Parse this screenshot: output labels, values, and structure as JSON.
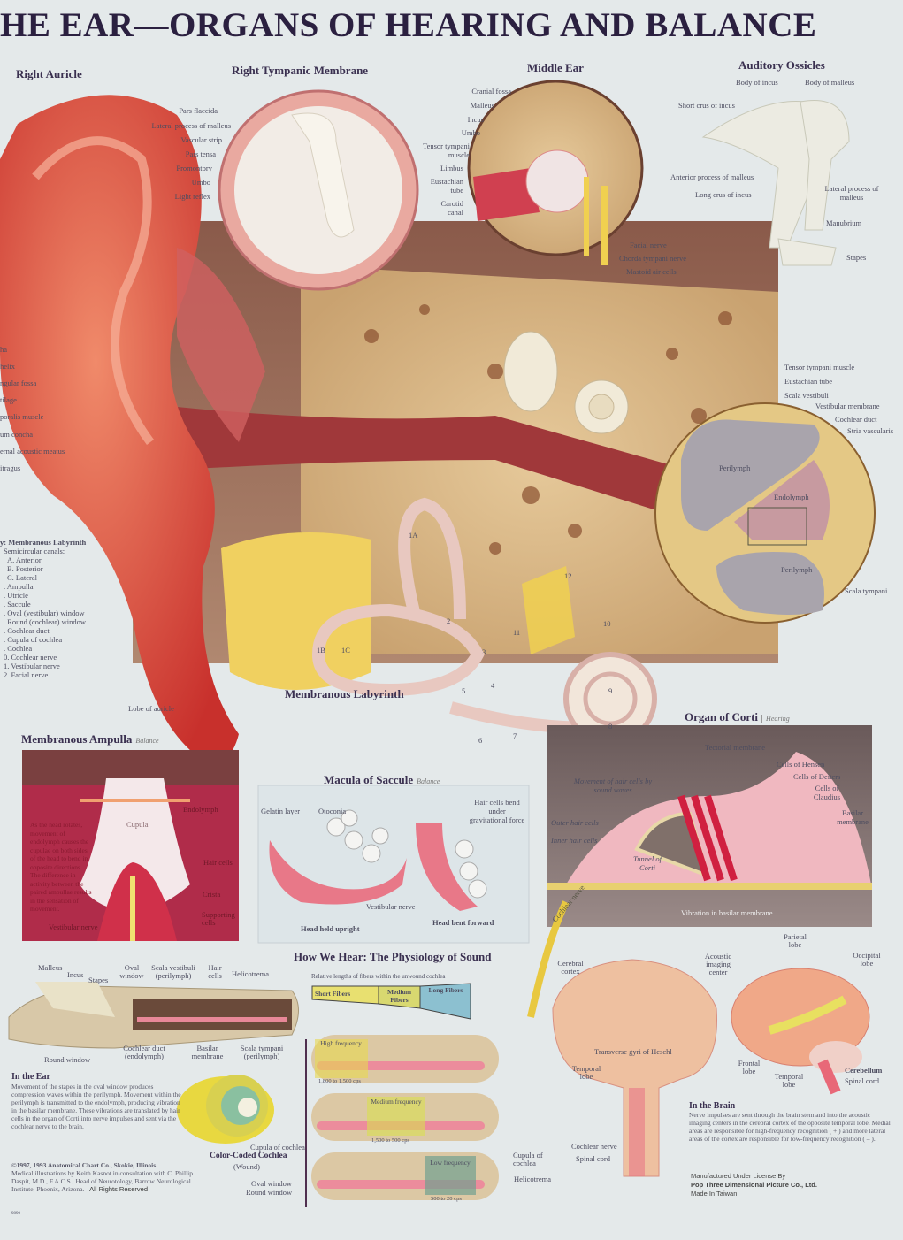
{
  "title": "HE EAR—ORGANS OF HEARING AND BALANCE",
  "auricle": {
    "title": "Right Auricle",
    "labels": [
      "ha",
      "helix",
      "ngular fossa",
      "tilage",
      "poralis muscle",
      "um concha",
      "ernal acoustic meatus",
      "itragus"
    ],
    "lobe": "Lobe of auricle"
  },
  "tympanic": {
    "title": "Right Tympanic Membrane",
    "labels": [
      "Pars flaccida",
      "Lateral process of malleus",
      "Vascular strip",
      "Pars tensa",
      "Promontory",
      "Umbo",
      "Light reflex"
    ]
  },
  "middle_ear": {
    "title": "Middle Ear",
    "labels": [
      "Cranial fossa",
      "Malleus",
      "Incus",
      "Umbo",
      "Tensor tympani muscle",
      "Limbus",
      "Eustachian tube",
      "Carotid canal",
      "Facial nerve",
      "Chorda tympani nerve",
      "Mastoid air cells"
    ]
  },
  "ossicles": {
    "title": "Auditory Ossicles",
    "labels": [
      "Body of incus",
      "Body of malleus",
      "Short crus of incus",
      "Anterior process of malleus",
      "Long crus of incus",
      "Lateral process of malleus",
      "Manubrium",
      "Stapes"
    ]
  },
  "cochlea_section": {
    "labels": [
      "Tensor tympani muscle",
      "Eustachian tube",
      "Scala vestibuli",
      "Vestibular membrane",
      "Cochlear duct",
      "Stria vascularis",
      "Scala tympani"
    ],
    "inner": [
      "Perilymph",
      "Endolymph",
      "Perilymph"
    ]
  },
  "key": {
    "title": "y: Membranous Labyrinth",
    "items": [
      "Semicircular canals:",
      "A. Anterior",
      "B. Posterior",
      "C. Lateral",
      ". Ampulla",
      ". Utricle",
      ". Saccule",
      ". Oval (vestibular) window",
      ". Round (cochlear) window",
      ". Cochlear duct",
      ". Cupula of cochlea",
      ". Cochlea",
      "0. Cochlear nerve",
      "1. Vestibular nerve",
      "2. Facial nerve"
    ]
  },
  "labyrinth": {
    "title": "Membranous Labyrinth",
    "numbers": [
      "1A",
      "1B",
      "1C",
      "2",
      "3",
      "4",
      "5",
      "6",
      "7",
      "8",
      "9",
      "10",
      "11",
      "12"
    ]
  },
  "ampulla": {
    "title": "Membranous Ampulla",
    "tag": "Balance",
    "text": "As the head rotates, movement of endolymph causes the cupulae on both sides of the head to bend in opposite directions. The difference in activity between the paired ampullae results in the sensation of movement.",
    "labels": [
      "Endolymph",
      "Cupula",
      "Hair cells",
      "Crista",
      "Supporting cells",
      "Vestibular nerve"
    ]
  },
  "macula": {
    "title": "Macula of Saccule",
    "tag": "Balance",
    "labels": [
      "Gelatin layer",
      "Otoconia",
      "Hair cells bend under gravitational force",
      "Vestibular nerve"
    ],
    "captions": [
      "Head held upright",
      "Head bent forward"
    ]
  },
  "corti": {
    "title": "Organ of Corti",
    "tag": "Hearing",
    "labels": [
      "Tectorial membrane",
      "Cells of Hensen",
      "Cells of Deiters",
      "Cells of Claudius",
      "Basilar membrane",
      "Movement of hair cells by sound waves",
      "Outer hair cells",
      "Inner hair cells",
      "Tunnel of Corti",
      "Cochlear nerve",
      "Vibration in basilar membrane"
    ]
  },
  "in_ear": {
    "labels": [
      "Malleus",
      "Incus",
      "Stapes",
      "Oval window",
      "Scala vestibuli (perilymph)",
      "Hair cells",
      "Helicotrema",
      "Round window",
      "Cochlear duct (endolymph)",
      "Basilar membrane",
      "Scala tympani (perilymph)"
    ],
    "title": "In the Ear",
    "text": "Movement of the stapes in the oval window produces compression waves within the perilymph. Movement within the perilymph is transmitted to the endolymph, producing vibration in the basilar membrane. These vibrations are translated by hair cells in the organ of Corti into nerve impulses and sent via the cochlear nerve to the brain."
  },
  "copyright": {
    "line1": "©1997, 1993 Anatomical Chart Co., Skokie, Illinois.",
    "text": "Medical illustrations by Keith Kasnot in consultation with C. Phillip Daspit, M.D., F.A.C.S., Head of Neurotology, Barrow Neurological Institute, Phoenix, Arizona.",
    "rights": "All Rights Reserved",
    "code": "9890"
  },
  "how_we_hear": {
    "title": "How We Hear: The Physiology of Sound",
    "subtitle": "Relative lengths of fibers within the unwound cochlea",
    "fibers": [
      "Short Fibers",
      "Medium Fibers",
      "Long Fibers"
    ],
    "bands": [
      {
        "name": "High frequency",
        "range": "1,800 to 1,500 cps"
      },
      {
        "name": "Medium frequency",
        "range": "1,500 to 500 cps"
      },
      {
        "name": "Low frequency",
        "range": "500 to 20 cps"
      }
    ],
    "labels": [
      "Cupula of cochlea",
      "Helicotrema"
    ]
  },
  "color_cochlea": {
    "title": "Color-Coded Cochlea",
    "sub": "(Wound)",
    "labels": [
      "Cupula of cochlea",
      "Oval window",
      "Round window"
    ]
  },
  "brain": {
    "labels": [
      "Cerebral cortex",
      "Acoustic imaging center",
      "Transverse gyri of Heschl",
      "Temporal lobe",
      "Cochlear nerve",
      "Spinal cord",
      "Parietal lobe",
      "Occipital lobe",
      "Frontal lobe",
      "Temporal lobe",
      "Cerebellum",
      "Spinal cord"
    ],
    "title": "In the Brain",
    "text": "Nerve impulses are sent through the brain stem and into the acoustic imaging centers in the cerebral cortex of the opposite temporal lobe. Medial areas are responsible for high-frequency recognition ( + ) and more lateral areas of the cortex are responsible for low-frequency recognition ( – )."
  },
  "maker": {
    "line1": "Manufactured Under License By",
    "line2": "Pop Three Dimensional Picture Co., Ltd.",
    "line3": "Made In Taiwan"
  },
  "colors": {
    "title": "#2b2040",
    "skin": "#d8433f",
    "bone": "#d9b98a",
    "background": "#e4e9ea",
    "short": "#e8e070",
    "long": "#8cc0d0"
  }
}
